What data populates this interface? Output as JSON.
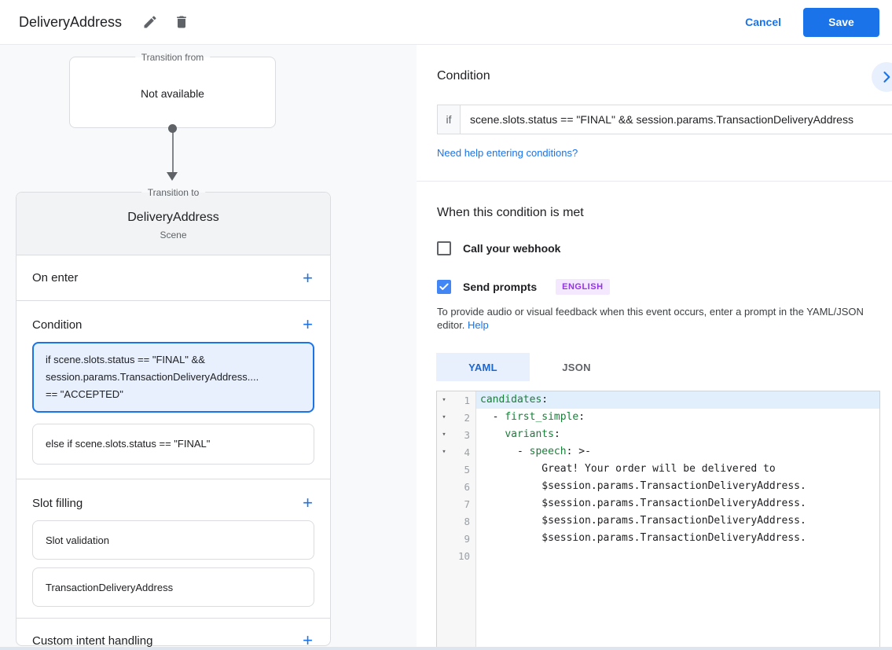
{
  "header": {
    "title": "DeliveryAddress",
    "cancel_label": "Cancel",
    "save_label": "Save"
  },
  "diagram": {
    "transition_from": {
      "legend": "Transition from",
      "value": "Not available"
    },
    "scene_card": {
      "legend": "Transition to",
      "title": "DeliveryAddress",
      "subtitle": "Scene",
      "on_enter_label": "On enter",
      "condition_label": "Condition",
      "slot_filling_label": "Slot filling",
      "custom_intent_label": "Custom intent handling",
      "conditions": [
        {
          "selected": true,
          "lines": [
            "if scene.slots.status == \"FINAL\" &&",
            "session.params.TransactionDeliveryAddress....",
            "== \"ACCEPTED\""
          ]
        },
        {
          "selected": false,
          "lines": [
            "else if scene.slots.status == \"FINAL\""
          ]
        }
      ],
      "slots": [
        "Slot validation",
        "TransactionDeliveryAddress"
      ]
    }
  },
  "condition_panel": {
    "title": "Condition",
    "if_label": "if",
    "if_value": "scene.slots.status == \"FINAL\" && session.params.TransactionDeliveryAddress",
    "help_link": "Need help entering conditions?"
  },
  "when_met": {
    "title": "When this condition is met",
    "webhook_label": "Call your webhook",
    "send_prompts_label": "Send prompts",
    "language_badge": "ENGLISH",
    "description": "To provide audio or visual feedback when this event occurs, enter a prompt in the YAML/JSON editor.",
    "help_label": "Help"
  },
  "editor": {
    "tabs": [
      {
        "label": "YAML",
        "active": true
      },
      {
        "label": "JSON",
        "active": false
      }
    ],
    "lines": [
      {
        "num": 1,
        "fold": true,
        "active": true,
        "tokens": [
          {
            "t": "candidates",
            "k": true
          },
          {
            "t": ":"
          }
        ]
      },
      {
        "num": 2,
        "fold": true,
        "tokens": [
          {
            "t": "  - "
          },
          {
            "t": "first_simple",
            "k": true
          },
          {
            "t": ":"
          }
        ]
      },
      {
        "num": 3,
        "fold": true,
        "tokens": [
          {
            "t": "    "
          },
          {
            "t": "variants",
            "k": true
          },
          {
            "t": ":"
          }
        ]
      },
      {
        "num": 4,
        "fold": true,
        "tokens": [
          {
            "t": "      - "
          },
          {
            "t": "speech",
            "k": true
          },
          {
            "t": ": >-"
          }
        ]
      },
      {
        "num": 5,
        "tokens": [
          {
            "t": "          Great! Your order will be delivered to"
          }
        ]
      },
      {
        "num": 6,
        "tokens": [
          {
            "t": "          $session.params.TransactionDeliveryAddress."
          }
        ]
      },
      {
        "num": 7,
        "tokens": [
          {
            "t": "          $session.params.TransactionDeliveryAddress."
          }
        ]
      },
      {
        "num": 8,
        "tokens": [
          {
            "t": "          $session.params.TransactionDeliveryAddress."
          }
        ]
      },
      {
        "num": 9,
        "tokens": [
          {
            "t": "          $session.params.TransactionDeliveryAddress."
          }
        ]
      },
      {
        "num": 10,
        "tokens": []
      }
    ]
  },
  "colors": {
    "accent": "#1a73e8",
    "checkbox_blue": "#4285f4",
    "key_green": "#188038",
    "badge_purple": "#9334e6"
  }
}
